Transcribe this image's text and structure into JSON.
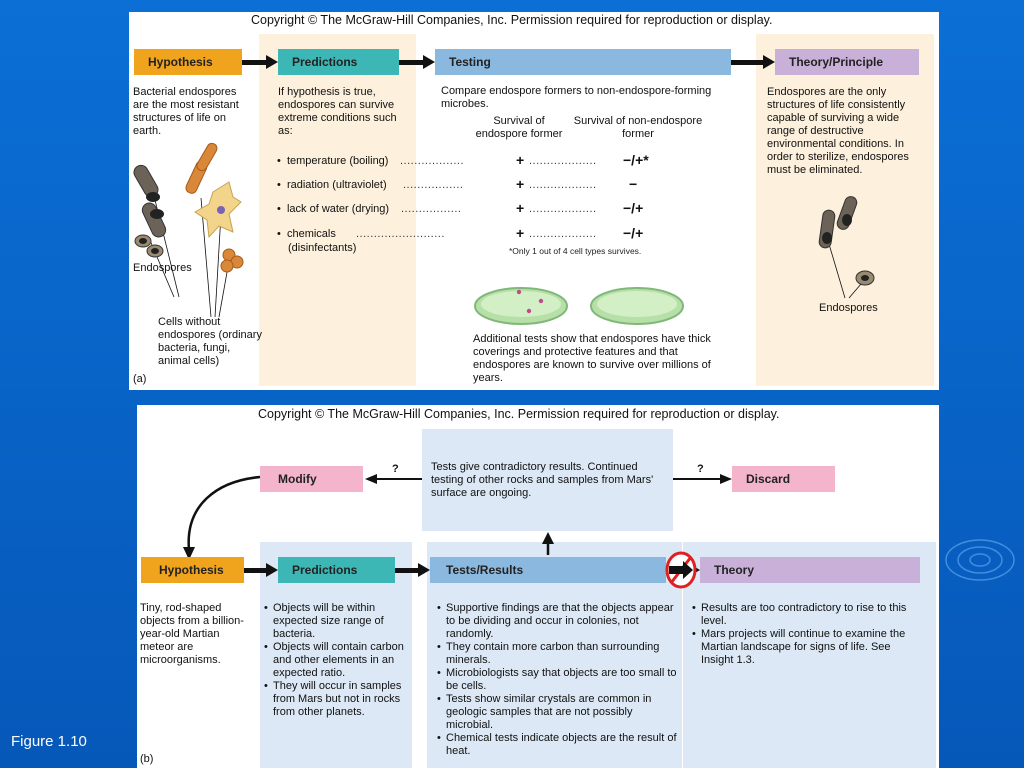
{
  "panel_a": {
    "copyright": "Copyright © The McGraw-Hill Companies, Inc. Permission required for reproduction or display.",
    "hypothesis_label": "Hypothesis",
    "predictions_label": "Predictions",
    "testing_label": "Testing",
    "theory_label": "Theory/Principle",
    "hypothesis_text": "Bacterial endospores are the most resistant structures of life on earth.",
    "predictions_text": "If hypothesis is true, endospores can survive extreme conditions such as:",
    "testing_text": "Compare endospore formers to non-endospore-forming microbes.",
    "survival_former": "Survival of endospore former",
    "survival_non_former": "Survival of non-endospore former",
    "conditions": [
      {
        "label": "temperature (boiling)",
        "former": "+",
        "non_former": "−/+*"
      },
      {
        "label": "radiation (ultraviolet)",
        "former": "+",
        "non_former": "−"
      },
      {
        "label": "lack of water (drying)",
        "former": "+",
        "non_former": "−/+"
      },
      {
        "label": "chemicals",
        "label2": "(disinfectants)",
        "former": "+",
        "non_former": "−/+"
      }
    ],
    "footnote": "*Only 1 out of 4 cell types survives.",
    "additional_tests": "Additional tests show that endospores have thick coverings and protective features and that endospores are known to survive over millions of years.",
    "theory_text": "Endospores are the only structures of life consistently capable of surviving a wide range of destructive environmental conditions. In order to sterilize, endospores must be eliminated.",
    "endospores_left": "Endospores",
    "cells_without": "Cells without endospores (ordinary bacteria, fungi, animal cells)",
    "endospores_right": "Endospores",
    "panel_tag": "(a)"
  },
  "panel_b": {
    "copyright": "Copyright © The McGraw-Hill Companies, Inc. Permission required for reproduction or display.",
    "contradictory_text": "Tests give contradictory results. Continued testing of other rocks and samples from Mars' surface are ongoing.",
    "modify_label": "Modify",
    "discard_label": "Discard",
    "question_left": "?",
    "question_right": "?",
    "hypothesis_label": "Hypothesis",
    "predictions_label": "Predictions",
    "tests_label": "Tests/Results",
    "theory_label": "Theory",
    "hypothesis_text": "Tiny, rod-shaped objects from a billion-year-old Martian meteor are microorganisms.",
    "predictions": [
      "Objects will be within expected size range of bacteria.",
      "Objects will contain carbon and other elements in an expected ratio.",
      "They will occur in samples from Mars but not in rocks from other planets."
    ],
    "tests": [
      "Supportive findings are that the objects appear to be dividing and occur in colonies, not randomly.",
      "They contain more carbon than surrounding minerals.",
      "Microbiologists say that objects are too small to be cells.",
      "Tests show similar crystals are common in geologic samples that are not possibly microbial.",
      "Chemical tests indicate objects are the result of heat."
    ],
    "theory": [
      "Results are too contradictory to rise to this level.",
      "Mars projects will continue to examine the Martian landscape for signs of life. See Insight 1.3."
    ],
    "panel_tag": "(b)"
  },
  "figure_caption": "Figure 1.10",
  "colors": {
    "background": "#0a63c7",
    "hypothesis": "#f0a31c",
    "predictions": "#3db6b6",
    "testing": "#8ab8de",
    "theory": "#c8b0d8",
    "modify": "#f4b4cc",
    "column_cream": "#fdf0dc",
    "column_blue": "#dce8f5"
  }
}
